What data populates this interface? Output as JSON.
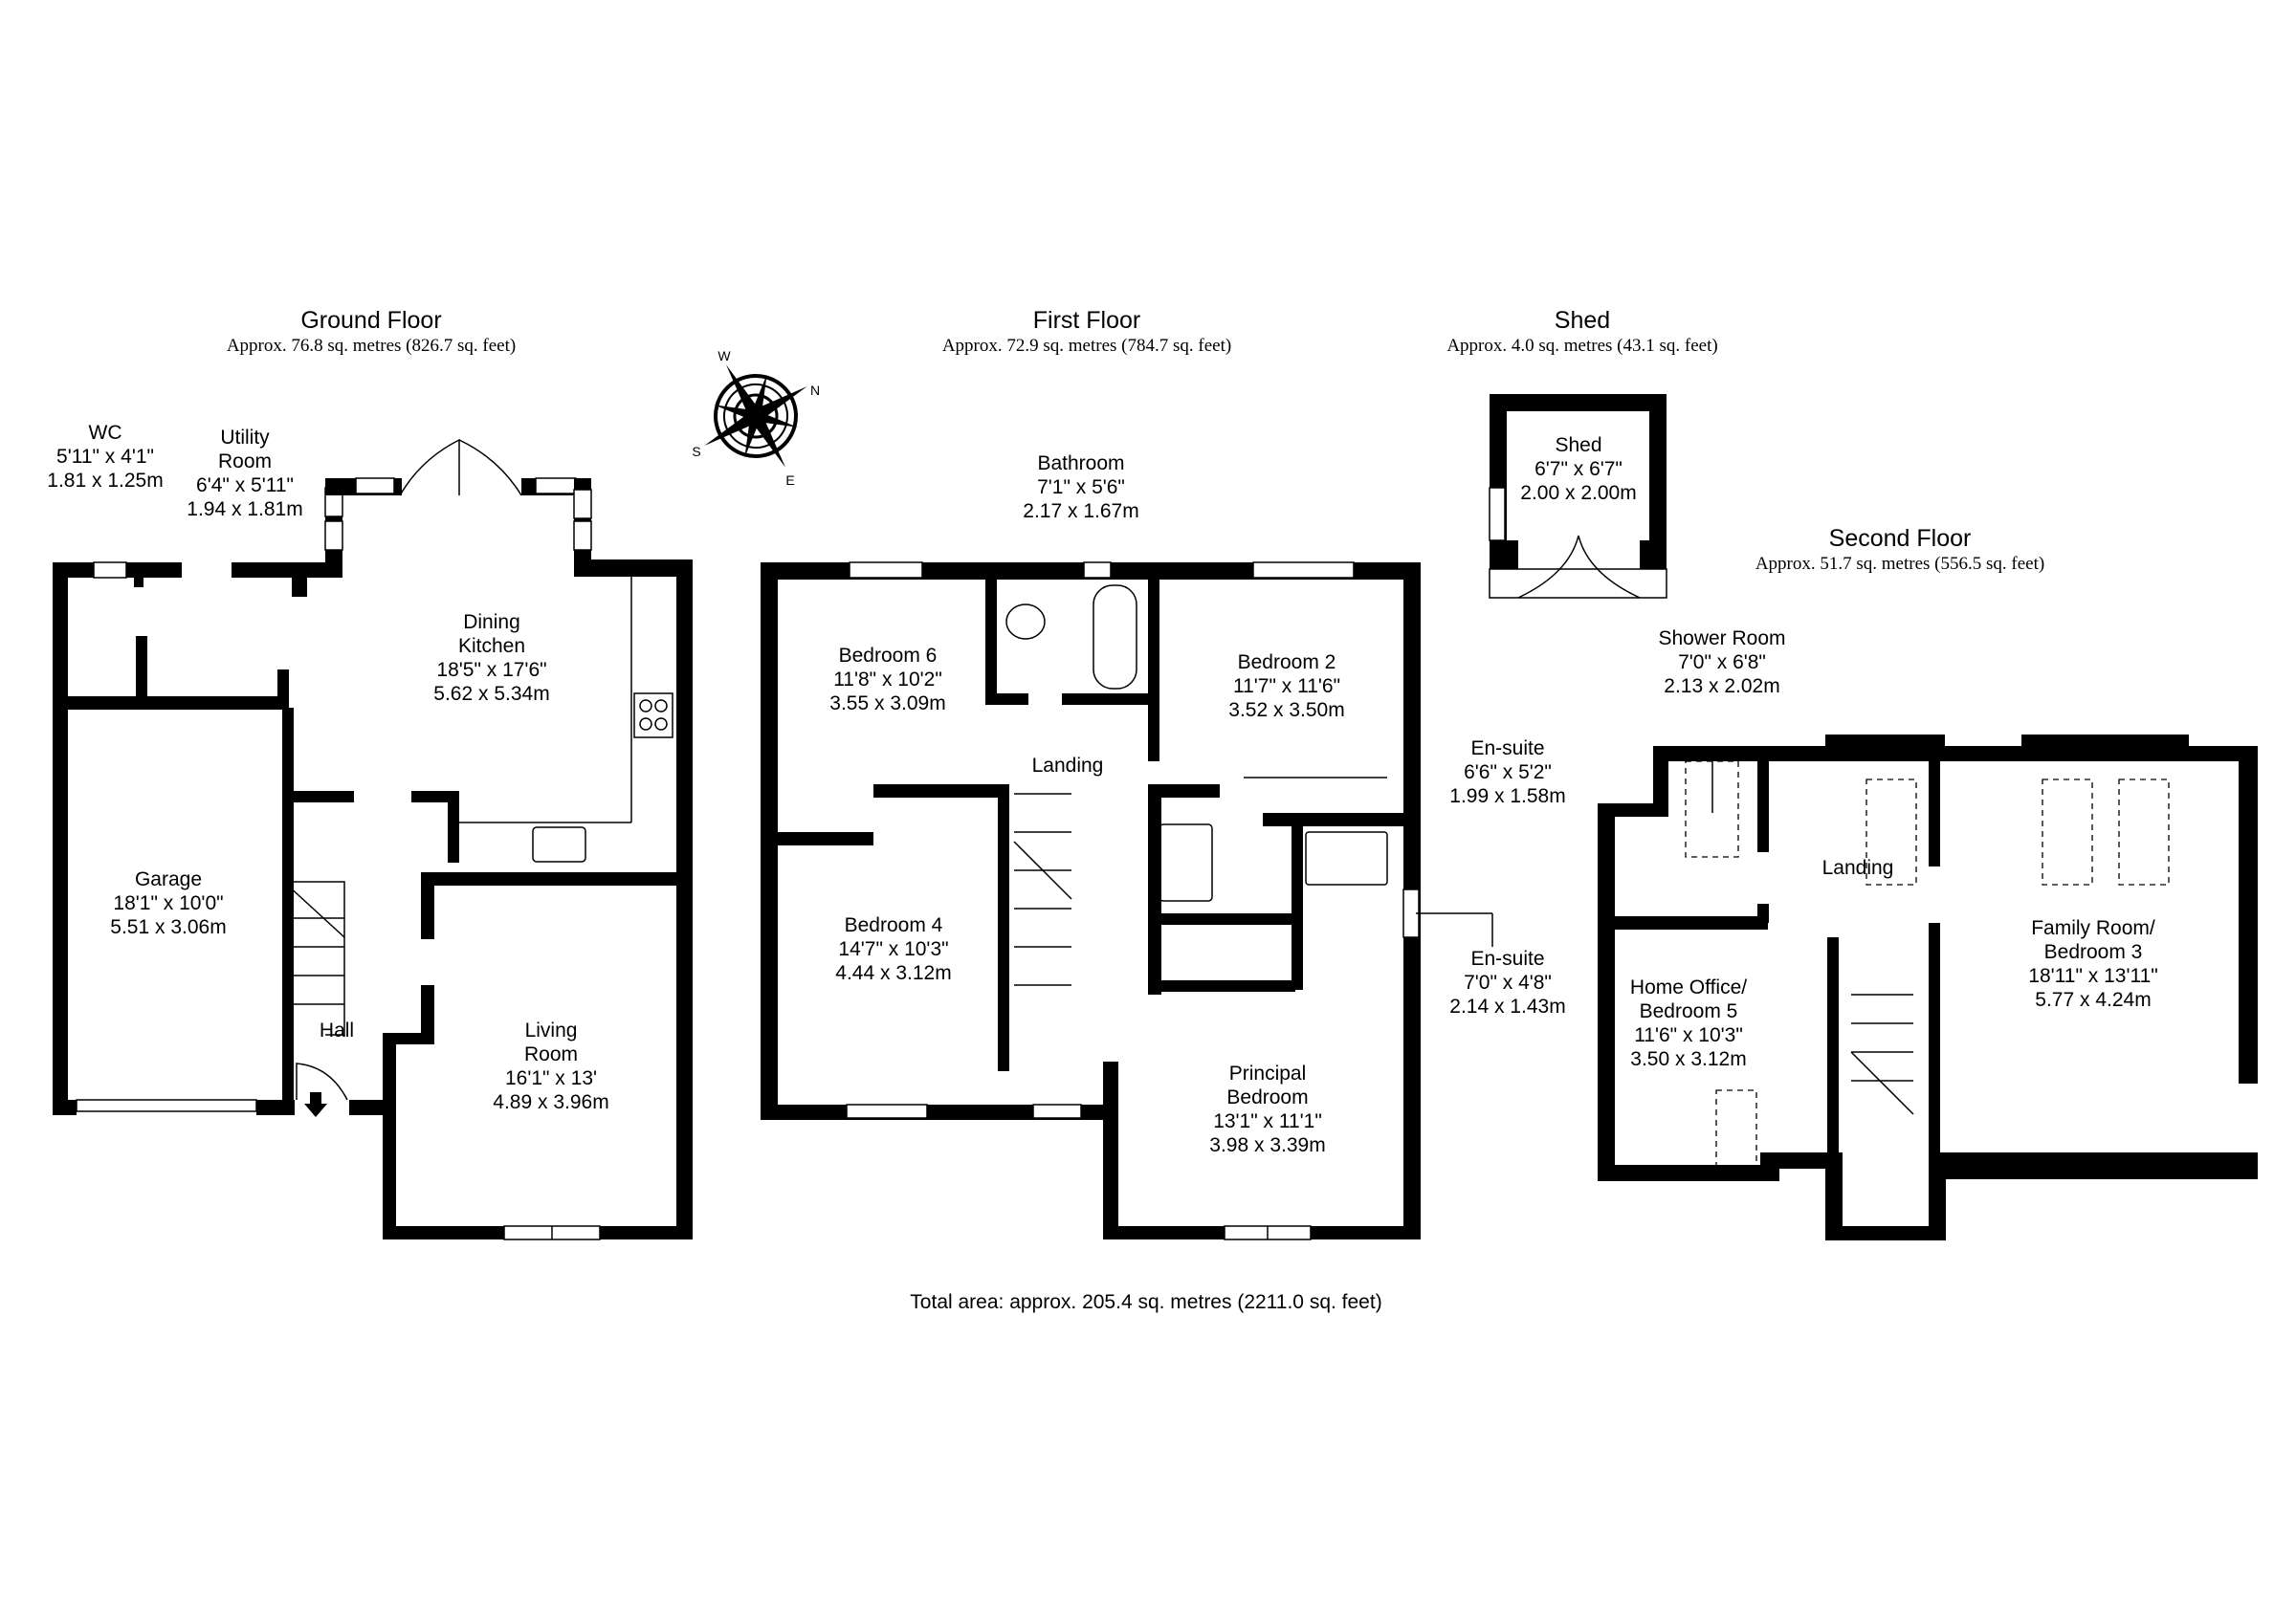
{
  "floors": {
    "ground": {
      "title": "Ground Floor",
      "area": "Approx. 76.8 sq. metres (826.7 sq. feet)",
      "rooms": [
        {
          "name": "WC",
          "imperial": "5'11\" x 4'1\"",
          "metric": "1.81 x 1.25m"
        },
        {
          "name_line1": "Utility",
          "name_line2": "Room",
          "imperial": "6'4\" x 5'11\"",
          "metric": "1.94 x 1.81m"
        },
        {
          "name_line1": "Dining",
          "name_line2": "Kitchen",
          "imperial": "18'5\" x 17'6\"",
          "metric": "5.62 x 5.34m"
        },
        {
          "name": "Garage",
          "imperial": "18'1\" x 10'0\"",
          "metric": "5.51 x 3.06m"
        },
        {
          "name": "Hall"
        },
        {
          "name_line1": "Living",
          "name_line2": "Room",
          "imperial": "16'1\" x 13'",
          "metric": "4.89 x 3.96m"
        }
      ]
    },
    "first": {
      "title": "First Floor",
      "area": "Approx. 72.9 sq. metres (784.7 sq. feet)",
      "rooms": [
        {
          "name": "Bathroom",
          "imperial": "7'1\" x 5'6\"",
          "metric": "2.17 x 1.67m"
        },
        {
          "name": "Bedroom 6",
          "imperial": "11'8\" x 10'2\"",
          "metric": "3.55 x 3.09m"
        },
        {
          "name": "Bedroom 2",
          "imperial": "11'7\" x 11'6\"",
          "metric": "3.52 x 3.50m"
        },
        {
          "name": "Landing"
        },
        {
          "name": "En-suite",
          "imperial": "6'6\" x 5'2\"",
          "metric": "1.99 x 1.58m"
        },
        {
          "name": "Bedroom 4",
          "imperial": "14'7\" x 10'3\"",
          "metric": "4.44 x 3.12m"
        },
        {
          "name": "En-suite",
          "imperial": "7'0\" x 4'8\"",
          "metric": "2.14 x 1.43m"
        },
        {
          "name_line1": "Principal",
          "name_line2": "Bedroom",
          "imperial": "13'1\" x 11'1\"",
          "metric": "3.98 x 3.39m"
        }
      ]
    },
    "shed": {
      "title": "Shed",
      "area": "Approx. 4.0 sq. metres (43.1 sq. feet)",
      "rooms": [
        {
          "name": "Shed",
          "imperial": "6'7\" x 6'7\"",
          "metric": "2.00 x 2.00m"
        }
      ]
    },
    "second": {
      "title": "Second Floor",
      "area": "Approx. 51.7 sq. metres (556.5 sq. feet)",
      "rooms": [
        {
          "name": "Shower Room",
          "imperial": "7'0\" x 6'8\"",
          "metric": "2.13 x 2.02m"
        },
        {
          "name": "Landing"
        },
        {
          "name_line1": "Home Office/",
          "name_line2": "Bedroom 5",
          "imperial": "11'6\" x 10'3\"",
          "metric": "3.50 x 3.12m"
        },
        {
          "name_line1": "Family Room/",
          "name_line2": "Bedroom 3",
          "imperial": "18'11\" x 13'11\"",
          "metric": "5.77 x 4.24m"
        }
      ]
    }
  },
  "compass": {
    "letters": {
      "n": "N",
      "s": "S",
      "e": "E",
      "w": "W"
    }
  },
  "total_area": "Total area: approx. 205.4 sq. metres (2211.0 sq. feet)",
  "colors": {
    "wall": "#000000",
    "background": "#ffffff"
  }
}
